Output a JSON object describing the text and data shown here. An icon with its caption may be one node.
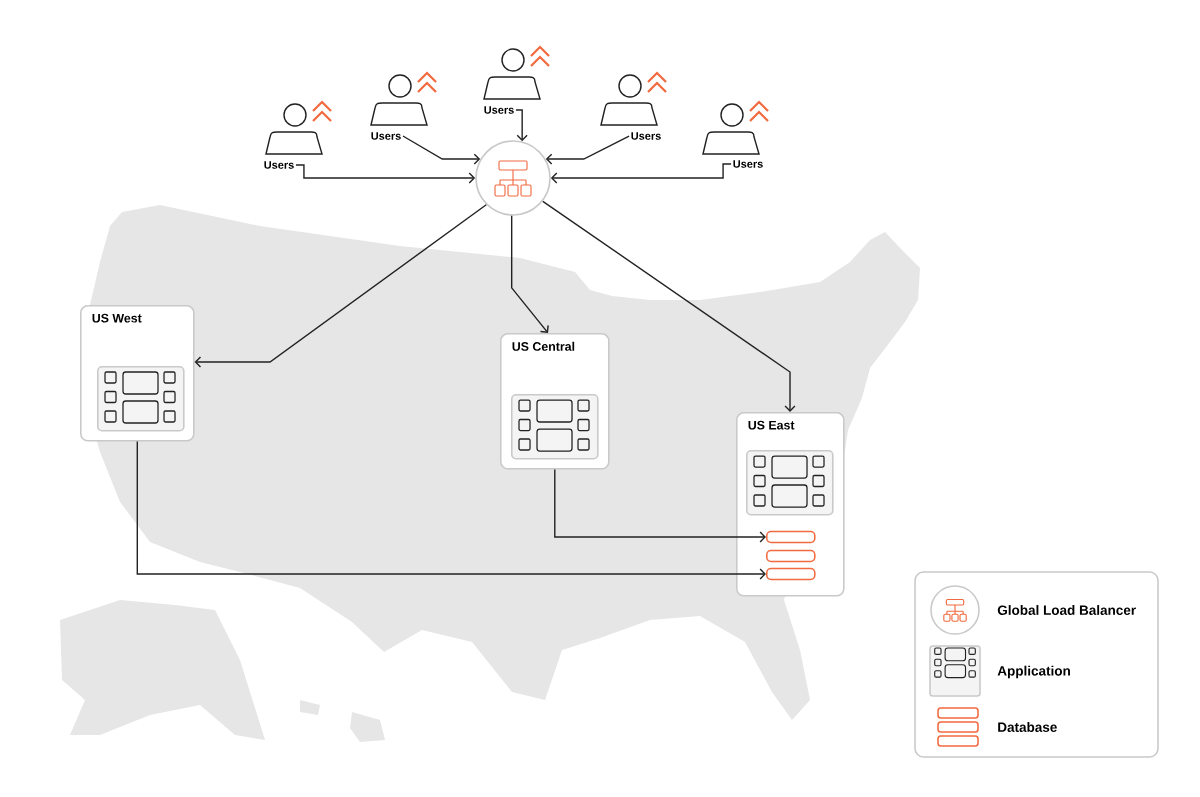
{
  "diagram": {
    "nodes": [
      {
        "text": [
          "Users"
        ]
      },
      {
        "text": [
          "Users"
        ]
      },
      {
        "text": [
          "Users"
        ]
      },
      {
        "text": [
          "Users"
        ]
      },
      {
        "text": [
          "Users"
        ]
      },
      {
        "text": [],
        "shape": "circle"
      },
      {
        "text": [
          "US West"
        ]
      },
      {
        "text": [],
        "shape": "box",
        "in": 6
      },
      {
        "text": [
          "US Central"
        ]
      },
      {
        "text": [],
        "shape": "box",
        "in": 8
      },
      {
        "text": [
          "US East"
        ]
      },
      {
        "text": [],
        "shape": "box",
        "in": 10
      },
      {
        "text": [],
        "shape": "bar",
        "in": 10
      },
      {
        "text": [],
        "shape": "bar",
        "in": 10
      },
      {
        "text": [],
        "shape": "bar",
        "in": 10
      }
    ],
    "edges": [
      {
        "from": 0,
        "to": 5,
        "arrow": "to"
      },
      {
        "from": 1,
        "to": 5,
        "arrow": "to"
      },
      {
        "from": 2,
        "to": 5,
        "arrow": "to"
      },
      {
        "from": 3,
        "to": 5,
        "arrow": "to"
      },
      {
        "from": 4,
        "to": 5,
        "arrow": "to"
      },
      {
        "from": 5,
        "to": 6,
        "arrow": "to"
      },
      {
        "from": 5,
        "to": 8,
        "arrow": "to"
      },
      {
        "from": 5,
        "to": 10,
        "arrow": "to"
      },
      {
        "from": 8,
        "to": 12,
        "arrow": "to"
      },
      {
        "from": 6,
        "to": 14,
        "arrow": "to"
      }
    ],
    "legend": [
      {
        "text": "Global Load Balancer"
      },
      {
        "text": "Application"
      },
      {
        "text": "Database"
      }
    ]
  }
}
